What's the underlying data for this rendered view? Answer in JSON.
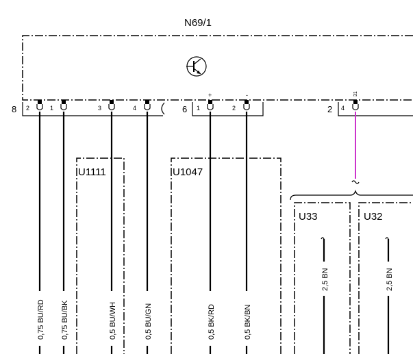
{
  "component": {
    "name": "N69/1"
  },
  "connectors": [
    {
      "number": "8",
      "pins": [
        "2",
        "1",
        "3",
        "4"
      ]
    },
    {
      "number": "6",
      "pins": [
        "1",
        "2"
      ],
      "polarity": [
        "+",
        "-"
      ]
    },
    {
      "number": "2",
      "pins": [
        "4"
      ],
      "pin_label": "31"
    }
  ],
  "wires": [
    {
      "label": "0,75 BU/RD"
    },
    {
      "label": "0,75 BU/BK"
    },
    {
      "label": "0,5 BU/WH"
    },
    {
      "label": "0,5 BU/GN"
    },
    {
      "label": "0,5 BK/RD"
    },
    {
      "label": "0,5 BK/BN"
    },
    {
      "label": "2,5 BN"
    },
    {
      "label": "2,5 BN"
    }
  ],
  "units": [
    {
      "name": "U1111"
    },
    {
      "name": "U1047"
    },
    {
      "name": "U33"
    },
    {
      "name": "U32"
    }
  ],
  "colors": {
    "highlight_wire": "#cc33cc",
    "line": "#000000"
  },
  "icons": [
    "transistor-icon"
  ]
}
